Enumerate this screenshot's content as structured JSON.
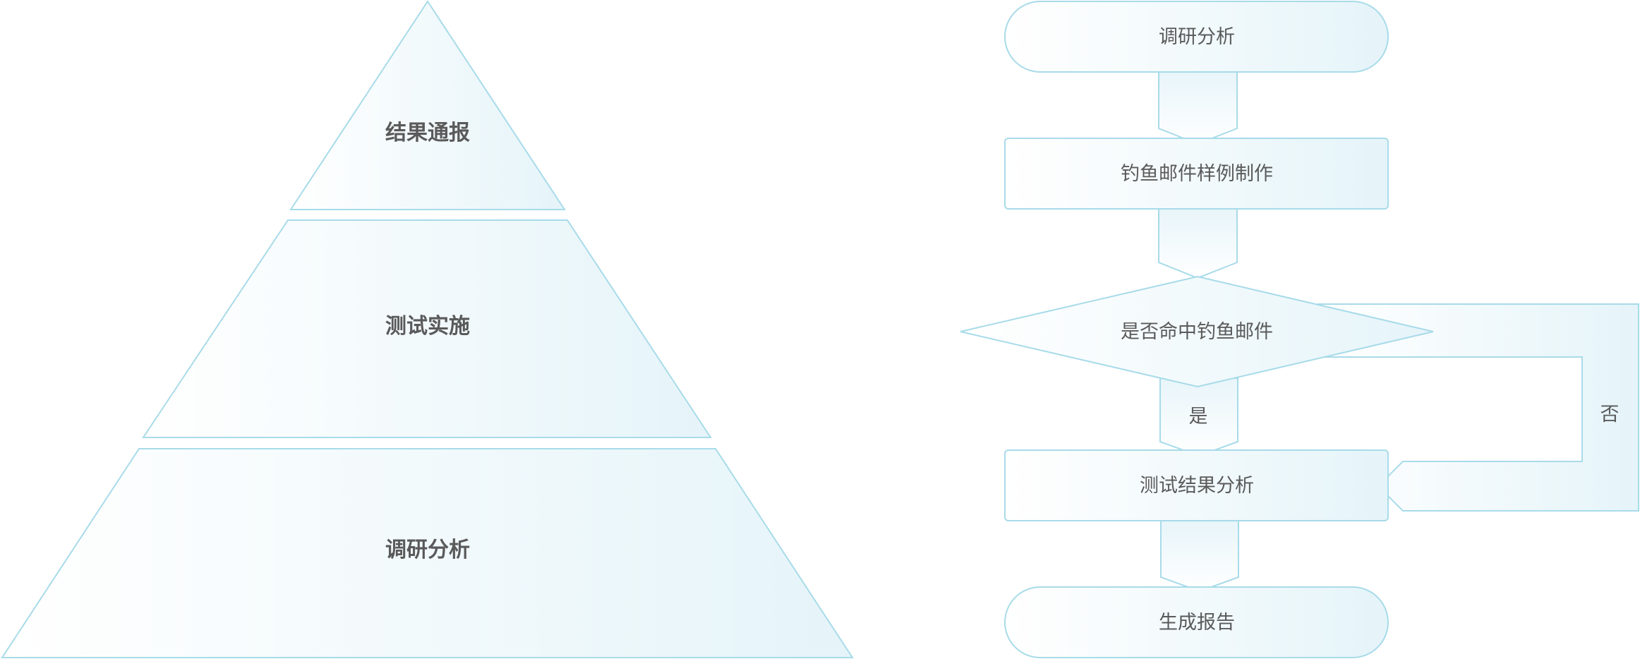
{
  "pyramid": {
    "top_label": "结果通报",
    "middle_label": "测试实施",
    "bottom_label": "调研分析"
  },
  "flowchart": {
    "start_label": "调研分析",
    "step1_label": "钓鱼邮件样例制作",
    "decision_label": "是否命中钓鱼邮件",
    "yes_label": "是",
    "no_label": "否",
    "step2_label": "测试结果分析",
    "end_label": "生成报告"
  },
  "colors": {
    "stroke": "#a8dbe9",
    "fill_light": "#ffffff",
    "fill_tint": "#e5f4f9",
    "text": "#5a5a5a"
  }
}
